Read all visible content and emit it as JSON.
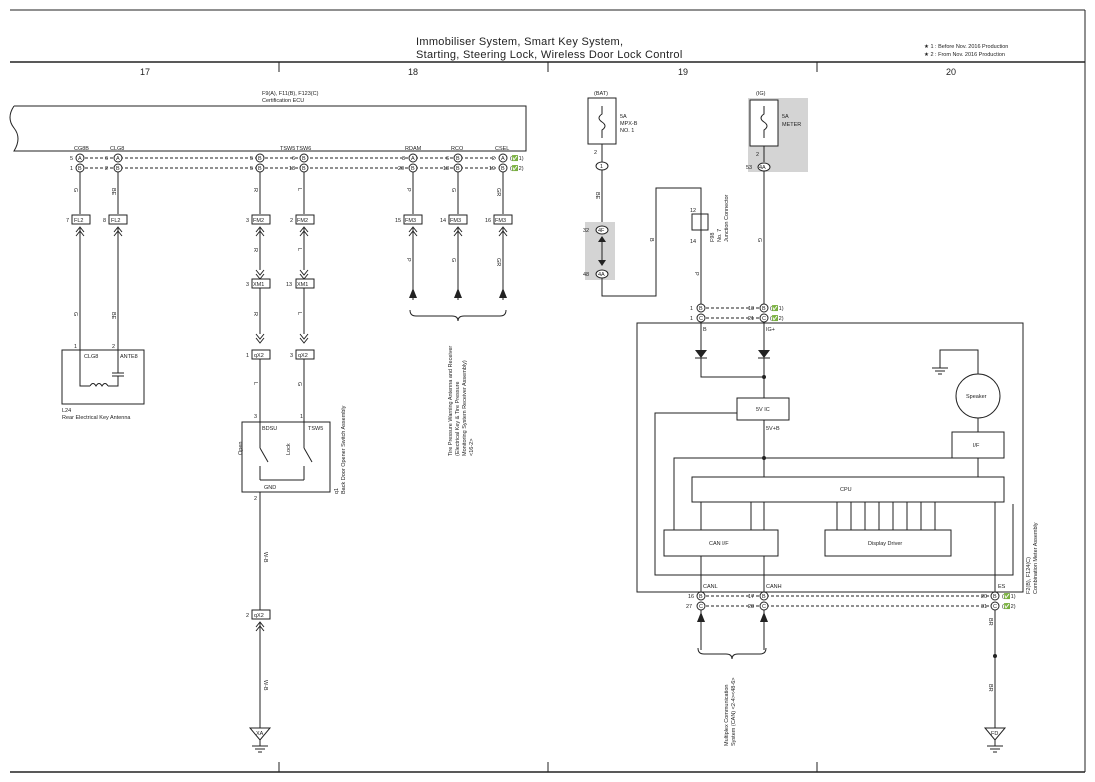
{
  "header": {
    "title_line1": "Immobiliser System,  Smart Key System,",
    "title_line2": "Starting,  Steering Lock,  Wireless Door Lock Control",
    "note1": "★ 1 : Before Nov.  2016 Production",
    "note2": "★ 2 : From Nov.  2016 Production"
  },
  "grid": {
    "sections": [
      "17",
      "18",
      "19",
      "20"
    ]
  },
  "ecu": {
    "code": "F9(A), F11(B), F123(C)",
    "name": "Certification ECU",
    "terminals": [
      {
        "label": "CG8B",
        "pin1": "5",
        "c1": "A",
        "pin2": "1",
        "c2": "B"
      },
      {
        "label": "CLG8",
        "pin1": "6",
        "c1": "A",
        "pin2": "2",
        "c2": "B"
      },
      {
        "label": "TSW5",
        "pin1": "5",
        "c1": "B",
        "pin2": "5",
        "c2": "B"
      },
      {
        "label": "TSW6",
        "pin1": "6",
        "c1": "B",
        "pin2": "13",
        "c2": "B"
      },
      {
        "label": "RDAM",
        "pin1": "3",
        "c1": "A",
        "pin2": "20",
        "c2": "B"
      },
      {
        "label": "RCO",
        "pin1": "6",
        "c1": "B",
        "pin2": "18",
        "c2": "B"
      },
      {
        "label": "CSEL",
        "pin1": "2",
        "c1": "A",
        "pin2": "19",
        "c2": "B"
      }
    ],
    "mark1": "(✅1)",
    "mark2": "(✅2)"
  },
  "wires": {
    "g": "G",
    "be": "BE",
    "r": "R",
    "l": "L",
    "p": "P",
    "gr": "GR",
    "wb": "W-B",
    "b": "B",
    "br": "BR"
  },
  "connectors": {
    "fl2_a": {
      "pin": "7",
      "name": "FL2"
    },
    "fl2_b": {
      "pin": "8",
      "name": "FL2"
    },
    "fm2_a": {
      "pin": "3",
      "name": "FM2"
    },
    "fm2_b": {
      "pin": "2",
      "name": "FM2"
    },
    "fm3_a": {
      "pin": "15",
      "name": "FM3"
    },
    "fm3_b": {
      "pin": "14",
      "name": "FM3"
    },
    "fm3_c": {
      "pin": "16",
      "name": "FM3"
    },
    "xm1_a": {
      "pin": "3",
      "name": "XM1"
    },
    "xm1_b": {
      "pin": "13",
      "name": "XM1"
    },
    "qx2_a": {
      "pin": "1",
      "name": "qX2"
    },
    "qx2_b": {
      "pin": "3",
      "name": "qX2"
    },
    "qx2_c": {
      "pin": "2",
      "name": "qX2"
    }
  },
  "antenna": {
    "pin1": "1",
    "pin2": "2",
    "t1": "CLG8",
    "t2": "ANTE8",
    "code": "L24",
    "name": "Rear Electrical Key Antenna"
  },
  "door_switch": {
    "pin1": "3",
    "pin2": "1",
    "pin3": "2",
    "t1": "BDSU",
    "t2": "TSW5",
    "t3": "GND",
    "open": "Open",
    "lock": "Lock",
    "code": "q1",
    "name": "Back Door Opener Switch Assembly"
  },
  "tpms": {
    "line1": "Tire Pressure Warning Antenna and Receiver",
    "line2": "(Electrical Key & Tire Pressure",
    "line3": "Monitoring System Receiver Assembly)",
    "line4": "<16-2>"
  },
  "fuses": {
    "bat": {
      "source": "(BAT)",
      "amp": "5A",
      "name1": "MPX-B",
      "name2": "NO. 1",
      "pin": "2",
      "conn": "1"
    },
    "ig": {
      "source": "(IG)",
      "amp": "5A",
      "name": "METER",
      "pin": "2",
      "pin2": "53",
      "conn": "4A"
    }
  },
  "junction": {
    "pin_a": "32",
    "conn_a": "4F",
    "pin_b": "48",
    "conn_b": "4A",
    "p12": "12",
    "p14": "14",
    "code": "F98",
    "name1": "No. 7",
    "name2": "Junction Connector"
  },
  "meter": {
    "row1": [
      {
        "pin": "1",
        "c": "B",
        "pin2": "13",
        "c2": "B",
        "mark": "(✅1)"
      },
      {
        "pin": "1",
        "c": "C",
        "pin2": "21",
        "c2": "C",
        "mark": "(✅2)"
      }
    ],
    "b": "B",
    "igp": "IG+",
    "vic": "5V IC",
    "vb": "5V+B",
    "speaker": "Speaker",
    "if": "I/F",
    "cpu": "CPU",
    "canif": "CAN I/F",
    "disp": "Display Driver",
    "canl": "CANL",
    "canh": "CANH",
    "es": "ES",
    "bottom": [
      {
        "pin": "16",
        "c": "B",
        "pin2": "17",
        "c2": "B",
        "pin3": "20",
        "c3": "B",
        "mark": "(✅1)"
      },
      {
        "pin": "27",
        "c": "C",
        "pin2": "28",
        "c2": "C",
        "pin3": "31",
        "c3": "C",
        "mark": "(✅2)"
      }
    ],
    "code": "F2(B), F124(C)",
    "name": "Combination Meter Assembly"
  },
  "multiplex": {
    "line1": "Multiplex Communication",
    "line2": "System (CAN) <2-4><48-6>"
  },
  "grounds": {
    "xa": "XA",
    "fd": "FD"
  }
}
